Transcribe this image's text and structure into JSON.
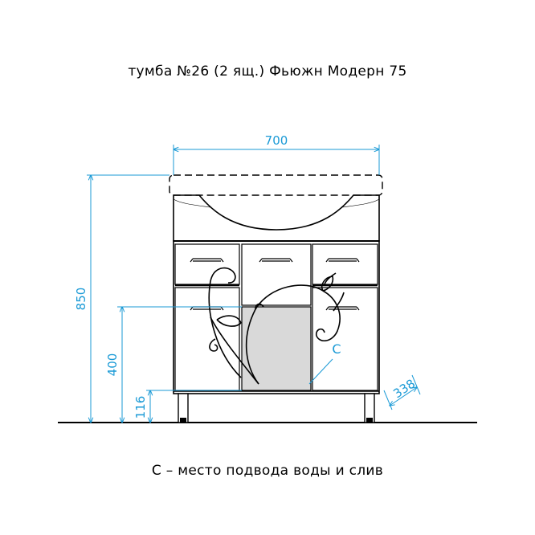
{
  "title": "тумба №26 (2 ящ.) Фьюжн Модерн 75",
  "footer": "С – место подвода воды и слив",
  "dimensions": {
    "width": "700",
    "height": "850",
    "connection_height": "400",
    "leg_height": "116",
    "depth": "338"
  },
  "connection_marker": "С",
  "colors": {
    "dimension": "#1a9ad6",
    "outline": "#000000",
    "connection_zone": "#d9d9d9"
  }
}
